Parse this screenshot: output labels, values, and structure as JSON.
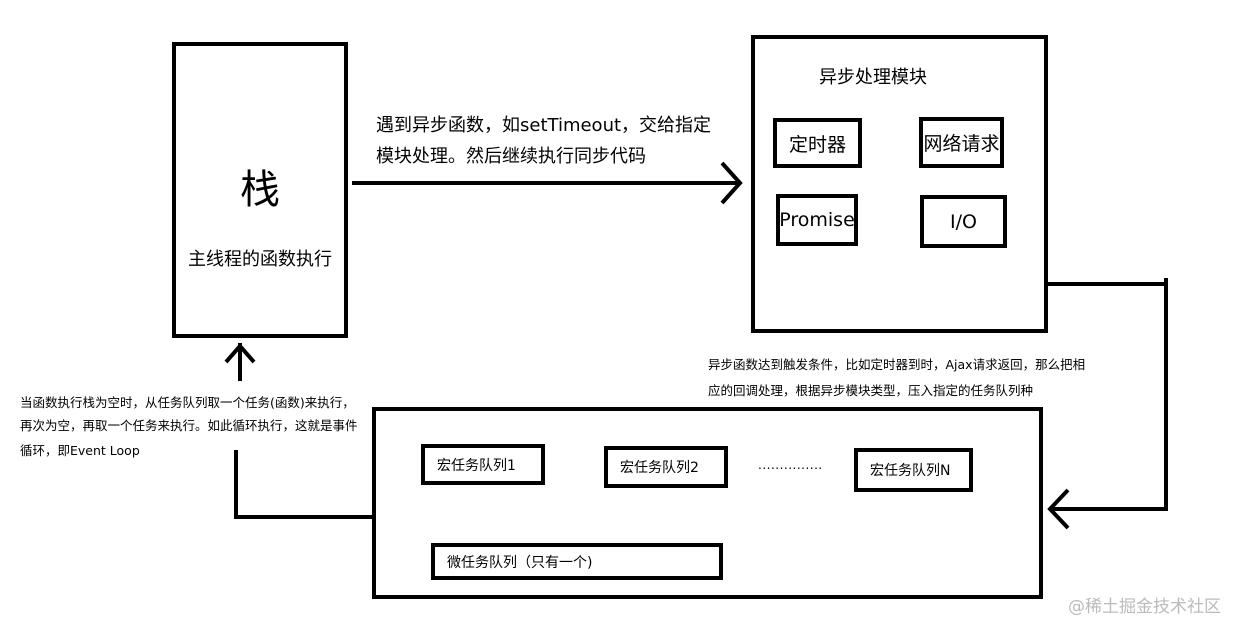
{
  "stack": {
    "title": "栈",
    "subtitle": "主线程的函数执行"
  },
  "top_arrow_text": {
    "line1": "遇到异步函数，如setTimeout，交给指定",
    "line2": "模块处理。然后继续执行同步代码"
  },
  "async_module": {
    "title": "异步处理模块",
    "items": [
      {
        "label": "定时器"
      },
      {
        "label": "网络请求"
      },
      {
        "label": "Promise"
      },
      {
        "label": "I/O"
      }
    ]
  },
  "right_note": {
    "line1": "异步函数达到触发条件，比如定时器到时，Ajax请求返回，那么把相",
    "line2": "应的回调处理，根据异步模块类型，压入指定的任务队列种"
  },
  "left_note": {
    "line1": "当函数执行栈为空时，从任务队列取一个任务(函数)来执行，",
    "line2": "再次为空，再取一个任务来执行。如此循环执行，这就是事件",
    "line3": "循环，即Event Loop"
  },
  "task_queues": {
    "macro": [
      {
        "label": "宏任务队列1"
      },
      {
        "label": "宏任务队列2"
      },
      {
        "label": "宏任务队列N"
      }
    ],
    "ellipsis": "...............",
    "micro": {
      "label": "微任务队列（只有一个)"
    }
  },
  "watermark": "@稀土掘金技术社区"
}
